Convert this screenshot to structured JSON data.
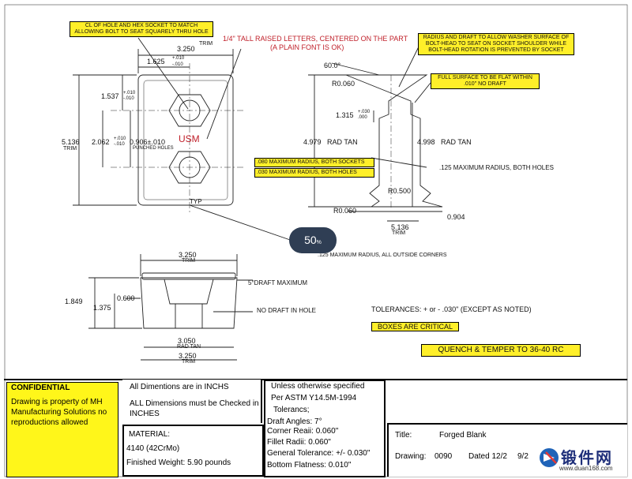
{
  "zoom": {
    "value": "50",
    "unit": "%"
  },
  "notes": {
    "hex_socket": "CL OF HOLE AND HEX SOCKET TO MATCH ALLOWING BOLT TO SEAT SQUARELY THRU HOLE",
    "raised_letters_1": "1/4\" TALL RAISED LETTERS, CENTERED ON THE PART",
    "raised_letters_2": "(A PLAIN FONT IS OK)",
    "washer": "RADIUS AND DRAFT TO ALLOW WASHER SURFACE OF BOLT-HEAD TO SEAT ON SOCKET SHOULDER WHILE BOLT-HEAD ROTATION IS PREVENTED BY SOCKET",
    "flat": "FULL SURFACE TO BE FLAT WITHIN .010\" NO DRAFT",
    "radius_sockets": ".080 MAXIMUM RADIUS, BOTH SOCKETS",
    "radius_holes": ".030 MAXIMUM RADIUS, BOTH HOLES",
    "radius_both_holes": ".125 MAXIMUM RADIUS, BOTH HOLES",
    "outside_corners": ".125 MAXIMUM RADIUS, ALL OUTSIDE CORNERS",
    "draft_max": "5°DRAFT MAXIMUM",
    "no_draft_hole": "NO DRAFT IN HOLE",
    "tolerances": "TOLERANCES: + or - .030\" (EXCEPT AS NOTED)",
    "boxes_critical": "BOXES ARE CRITICAL",
    "quench": "QUENCH & TEMPER TO 36-40 RC",
    "typ": "TYP",
    "usm": "USM",
    "punched": "PUNCHED HOLES"
  },
  "dims": {
    "width_top": "3.250",
    "trim": "TRIM",
    "d1625": "1.625",
    "tol_p010": "+.010",
    "tol_m010": "-.010",
    "d1537": "1.537",
    "d5136": "5.136",
    "d2062": "2.062",
    "d0906": "0.906±.010",
    "d1315": "1.315",
    "tol_p030": "+.030",
    "tol_000": ".000",
    "angle60": "60.0°",
    "r0060a": "R0.060",
    "d4979": "4.979",
    "d4998": "4.998",
    "rad_tan": "RAD TAN",
    "r0500": "R0.500",
    "r0060b": "R0.060",
    "d0904": "0.904",
    "d5136b": "5.136",
    "width_mid": "3.250",
    "d1849": "1.849",
    "d0600": "0.600",
    "d1375": "1.375",
    "d3050": "3.050",
    "width_bot": "3.250"
  },
  "titleblock": {
    "confidential": "CONFIDENTIAL",
    "property": "Drawing is property of MH Manufacturing Solutions no reproductions allowed",
    "dims_inches": "All Dimentions are in INCHS",
    "dims_checked": "ALL Dimensions must be Checked in INCHES",
    "material_label": "MATERIAL:",
    "material_value": "4140 (42CrMo)",
    "weight": "Finished Weight:  5.90 pounds",
    "unless": "Unless otherwise specified",
    "astm": "Per ASTM Y14.5M-1994",
    "tolerancs": "Tolerancs;",
    "draft_angles": "Draft Angles: 7°",
    "corner_radii": "Corner Reaii: 0.060\"",
    "fillet_radii": "Fillet Radii: 0.060\"",
    "general_tol": "General Tolerance: +/- 0.030\"",
    "bottom_flat": "Bottom Flatness: 0.010\"",
    "title_label": "Title:",
    "title_value": "Forged Blank",
    "drawing_label": "Drawing:",
    "drawing_value": "0090",
    "dated_label": "Dated 12/2",
    "dated_value": "9/2"
  },
  "watermark": {
    "brand": "锻件网",
    "url": "www.duan168.com"
  }
}
